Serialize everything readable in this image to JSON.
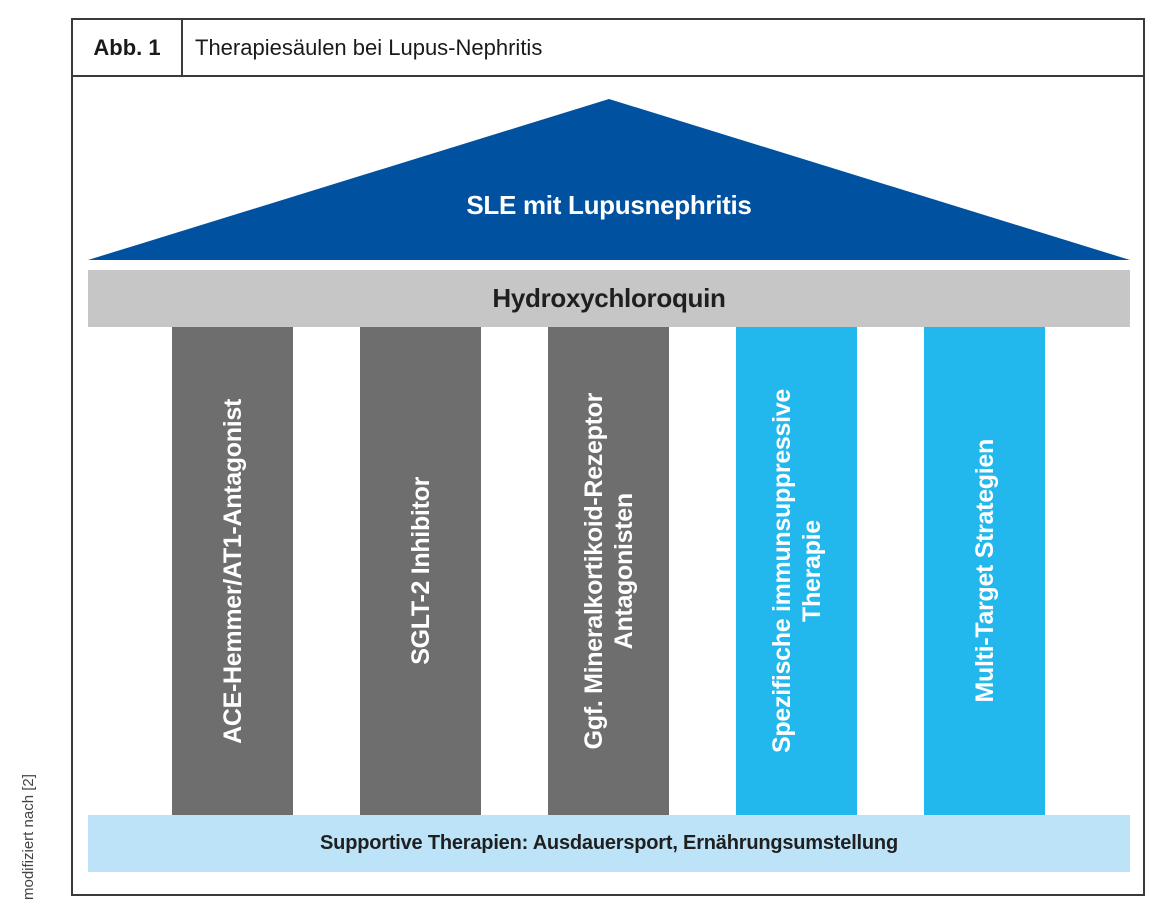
{
  "figure": {
    "label": "Abb. 1",
    "title": "Therapiesäulen bei Lupus-Nephritis"
  },
  "roof": {
    "text": "SLE mit Lupusnephritis",
    "color": "#0052a0"
  },
  "beam": {
    "text": "Hydroxychloroquin",
    "color": "#c6c6c6"
  },
  "columns": [
    {
      "text": "ACE-Hemmer/AT1-Antagonist",
      "color": "#6e6e6e"
    },
    {
      "text": "SGLT-2 Inhibitor",
      "color": "#6e6e6e"
    },
    {
      "text": "Ggf. Mineralkortikoid-Rezeptor\nAntagonisten",
      "color": "#6e6e6e"
    },
    {
      "text": "Spezifische immunsuppressive\nTherapie",
      "color": "#22b8ee"
    },
    {
      "text": "Multi-Target Strategien",
      "color": "#22b8ee"
    }
  ],
  "base": {
    "text": "Supportive Therapien: Ausdauersport, Ernährungsumstellung",
    "color": "#bde3f8"
  },
  "source_note": "modifiziert nach [2]"
}
